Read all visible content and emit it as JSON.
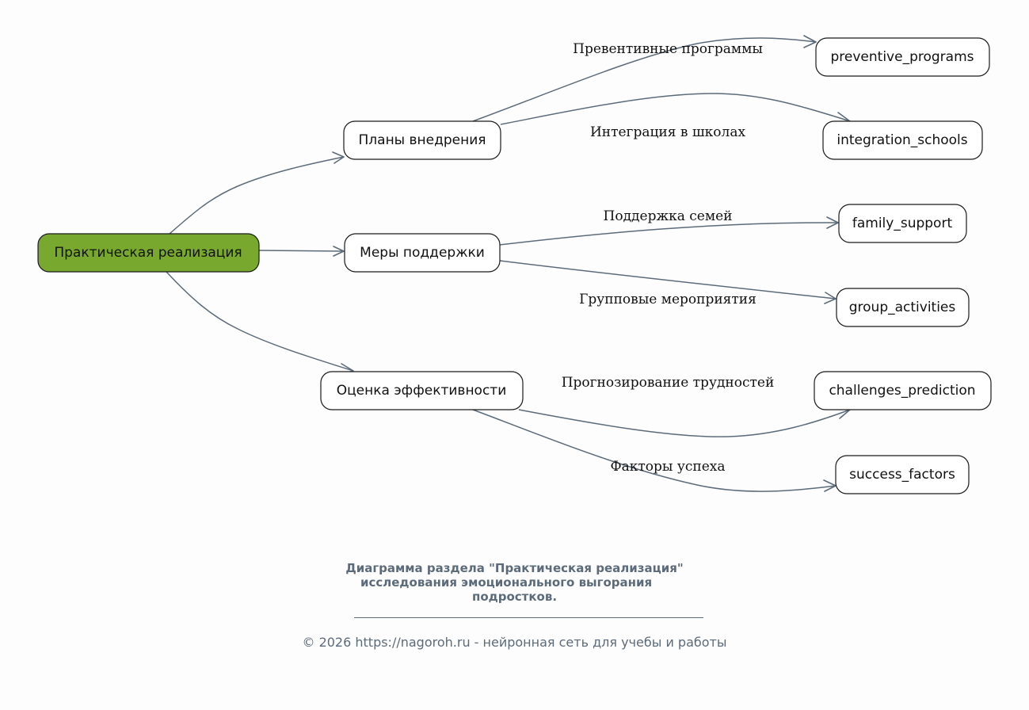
{
  "diagram": {
    "root": {
      "id": "root",
      "label": "Практическая реализация",
      "color": "#78a82d"
    },
    "branches": [
      {
        "id": "plans",
        "label": "Планы внедрения"
      },
      {
        "id": "support",
        "label": "Меры поддержки"
      },
      {
        "id": "evaluation",
        "label": "Оценка эффективности"
      }
    ],
    "leaves": [
      {
        "id": "preventive_programs",
        "label": "preventive_programs",
        "parent": "plans",
        "edge_label": "Превентивные программы"
      },
      {
        "id": "integration_schools",
        "label": "integration_schools",
        "parent": "plans",
        "edge_label": "Интеграция в школах"
      },
      {
        "id": "family_support",
        "label": "family_support",
        "parent": "support",
        "edge_label": "Поддержка семей"
      },
      {
        "id": "group_activities",
        "label": "group_activities",
        "parent": "support",
        "edge_label": "Групповые мероприятия"
      },
      {
        "id": "challenges_prediction",
        "label": "challenges_prediction",
        "parent": "evaluation",
        "edge_label": "Прогнозирование трудностей"
      },
      {
        "id": "success_factors",
        "label": "success_factors",
        "parent": "evaluation",
        "edge_label": "Факторы успеха"
      }
    ],
    "edge_color": "#5c6b7a"
  },
  "caption": {
    "title_lines": [
      "Диаграмма раздела \"Практическая реализация\"",
      "исследования эмоционального выгорания    ",
      "подростков."
    ],
    "copyright": "© 2026 https://nagoroh.ru - нейронная сеть для учебы и работы"
  }
}
